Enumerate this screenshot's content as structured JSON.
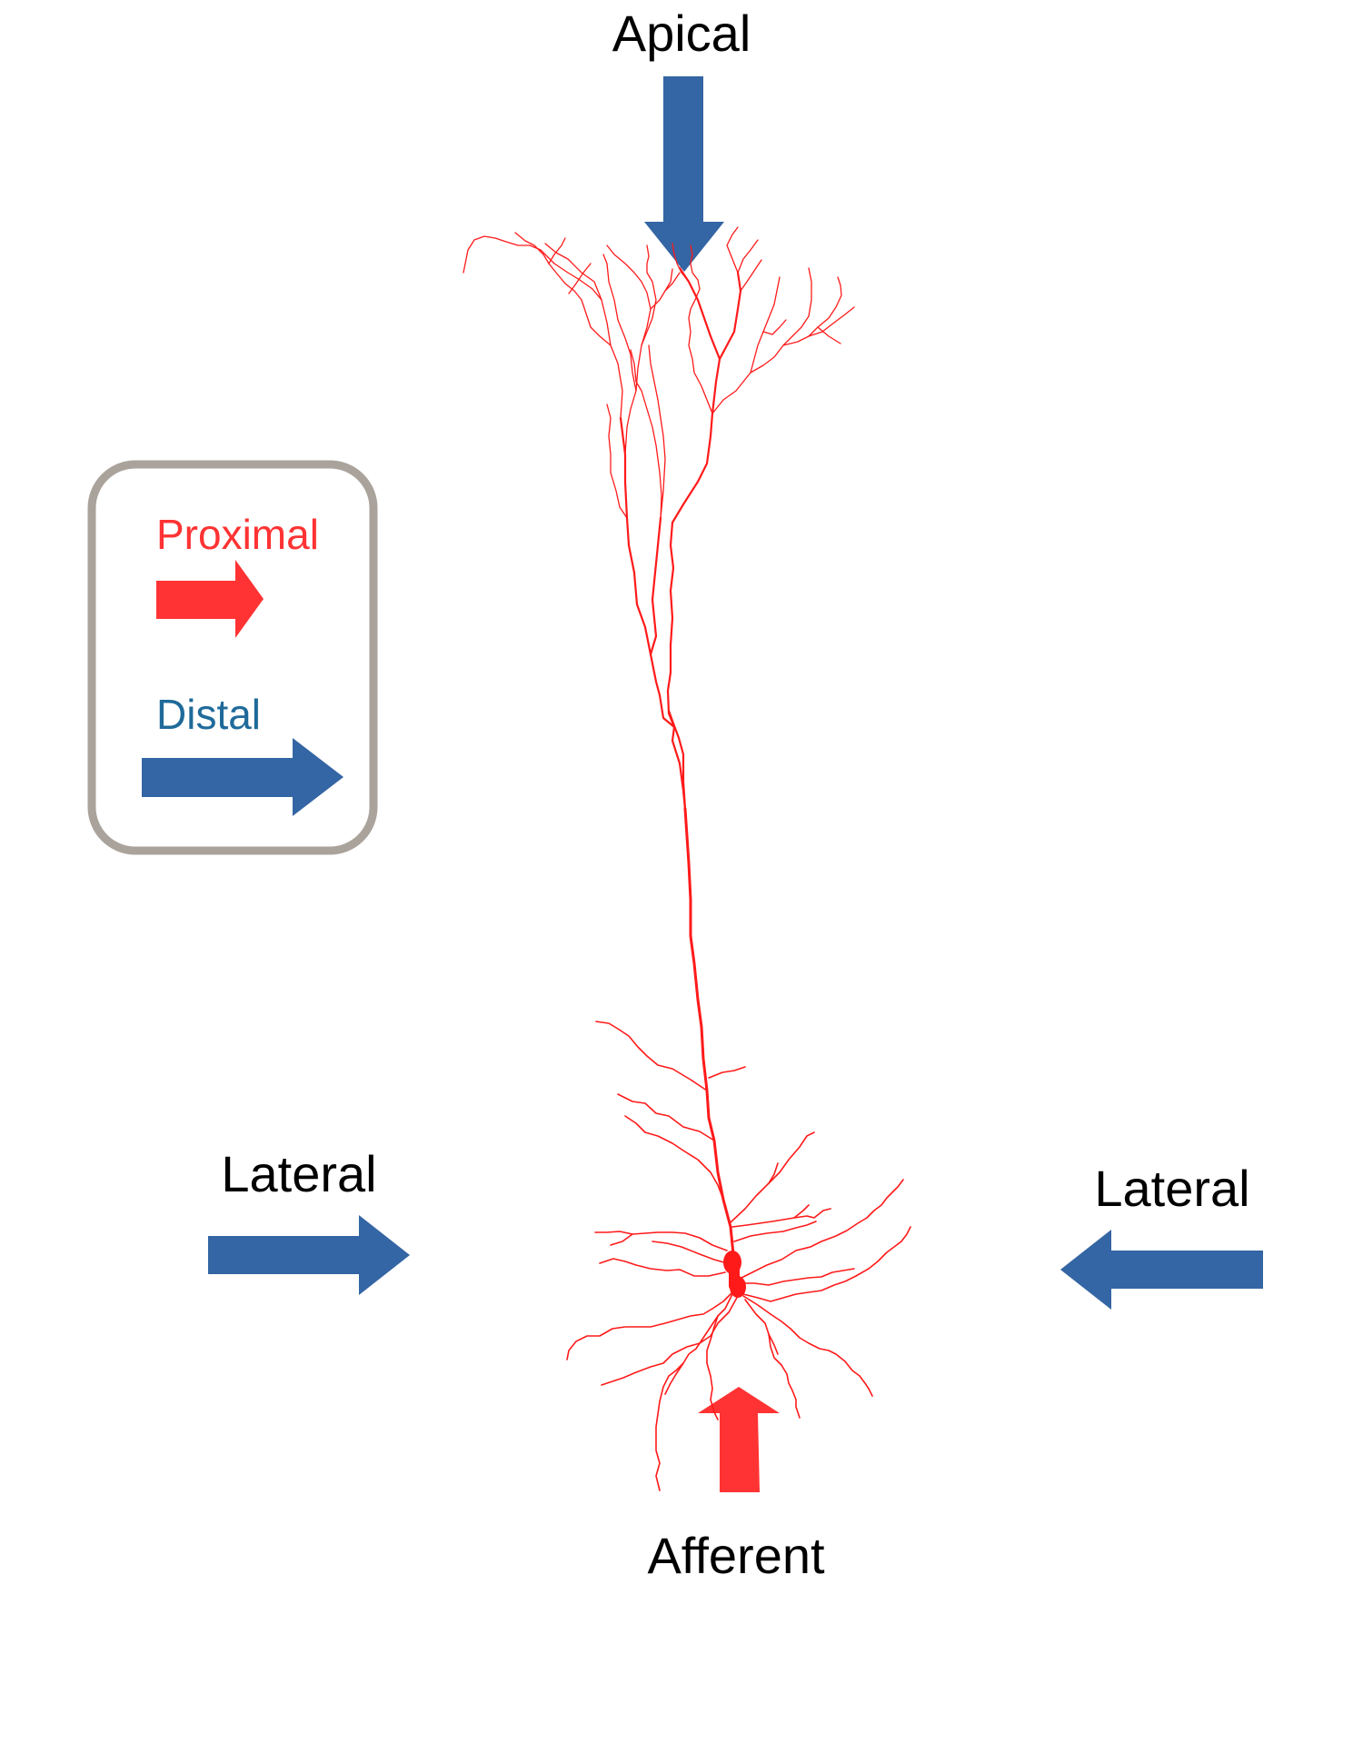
{
  "labels": {
    "apical": "Apical",
    "lateral_left": "Lateral",
    "lateral_right": "Lateral",
    "afferent": "Afferent"
  },
  "legend": {
    "proximal": "Proximal",
    "distal": "Distal"
  },
  "colors": {
    "proximal": "#ff3333",
    "distal": "#3465a4",
    "distal_text": "#1f6a9a",
    "legend_border": "#aaa39b",
    "neuron": "#ff1a1a",
    "text": "#000000"
  }
}
